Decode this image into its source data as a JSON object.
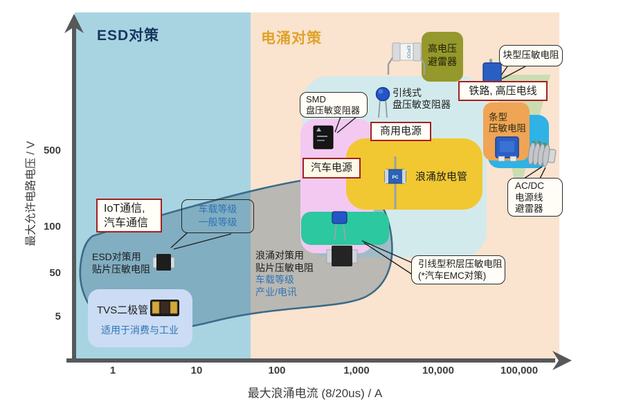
{
  "titles": {
    "esd": "ESD对策",
    "surge": "电涌对策"
  },
  "axis": {
    "y_label": "最大允许电路电压 / V",
    "x_label": "最大浪涌电流 (8/20us) / A",
    "y_ticks": [
      "500",
      "100",
      "50",
      "5"
    ],
    "x_ticks": [
      "1",
      "10",
      "100",
      "1,000",
      "10,000",
      "100,000"
    ]
  },
  "callouts": {
    "high_voltage_arrester": {
      "line1": "高电压",
      "line2": "避雷器"
    },
    "block_varistor": "块型压敏电阻",
    "railway": "铁路, 高压电线",
    "smd_disc": {
      "line1": "SMD",
      "line2": "盘压敏变阻器"
    },
    "leaded_disc": {
      "line1": "引线式",
      "line2": "盘压敏变阻器"
    },
    "commercial_power": "商用电源",
    "automotive_power": "汽车电源",
    "strap_varistor": {
      "line1": "条型",
      "line2": "压敏电阻"
    },
    "surge_discharge_tube": "浪涌放电管",
    "acdc_arrester": {
      "line1": "AC/DC",
      "line2": "电源线",
      "line3": "避雷器"
    },
    "iot": {
      "line1": "IoT通信,",
      "line2": "汽车通信"
    },
    "grade_bubble": {
      "line1": "车载等级",
      "line2": "一般等级"
    },
    "esd_chip": {
      "line1": "ESD对策用",
      "line2": "贴片压敏电阻"
    },
    "surge_chip": {
      "line1": "浪涌对策用",
      "line2": "贴片压敏电阻",
      "line3": "车载等级",
      "line4": "产业/电讯"
    },
    "leaded_multilayer": {
      "line1": "引线型积层压敏电阻",
      "line2": "(*汽车EMC对策)"
    },
    "tvs": {
      "title": "TVS二极管",
      "subtitle": "适用于消费与工业"
    }
  },
  "components": {
    "gdt_brand": "EPCO",
    "tube_brand": "PC"
  },
  "colors": {
    "esd_zone": "#a8d4e2",
    "surge_zone": "#fae3cf",
    "cyan_area": "#d3eaec",
    "pink_area": "#f3c9f1",
    "yellow_area": "#f1c832",
    "green_area": "#2cc89f",
    "olive_box": "#95982b",
    "orange_box": "#f0a455",
    "blue_box": "#2fb2e5",
    "tvs_box": "#cbdcf4",
    "red_frame": "#a32020",
    "blue_text": "#2e74b5",
    "esd_title": "#17375e",
    "surge_title": "#dfa32a",
    "axis": "#56585a",
    "blob_stroke": "#3c6b88"
  }
}
